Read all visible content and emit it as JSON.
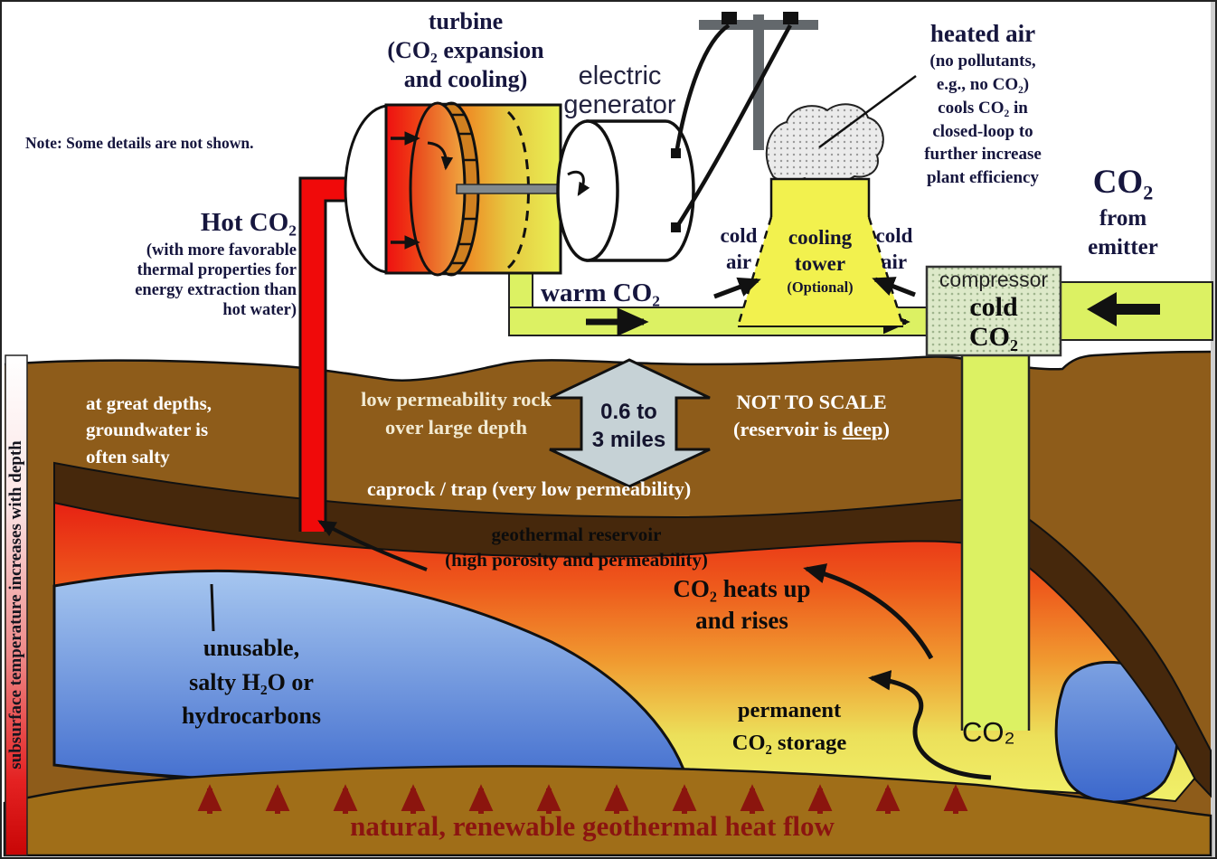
{
  "note": "Note: Some details are not shown.",
  "turbine_label": {
    "line1": "turbine",
    "line2": "(CO₂ expansion",
    "line3": "and cooling)"
  },
  "generator_label": {
    "line1": "electric",
    "line2": "generator"
  },
  "hot_co2": {
    "title": "Hot CO₂",
    "lines": [
      "(with more favorable",
      "thermal properties for",
      "energy extraction than",
      "hot water)"
    ]
  },
  "heated_air": {
    "title": "heated air",
    "lines": [
      "(no pollutants,",
      "e.g., no CO₂)",
      "cools CO₂ in",
      "closed-loop to",
      "further increase",
      "plant efficiency"
    ]
  },
  "co2_from_emitter": {
    "line1": "CO₂",
    "line2": "from",
    "line3": "emitter"
  },
  "cold_air_left": {
    "line1": "cold",
    "line2": "air"
  },
  "cold_air_right": {
    "line1": "cold",
    "line2": "air"
  },
  "cooling_tower": {
    "line1": "cooling",
    "line2": "tower",
    "line3": "(Optional)"
  },
  "compressor": {
    "title": "compressor",
    "line1": "cold",
    "line2": "CO₂"
  },
  "warm_co2": "warm CO₂",
  "underground": {
    "salty_groundwater": [
      "at great depths,",
      "groundwater is",
      "often salty"
    ],
    "low_perm": [
      "low permeability rock",
      "over large depth"
    ],
    "depth_scale": [
      "0.6 to",
      "3 miles"
    ],
    "not_to_scale": {
      "line1": "NOT TO SCALE",
      "line2_pre": "(reservoir is ",
      "line2_u": "deep",
      "line2_post": ")"
    },
    "caprock": "caprock / trap (very low permeability)",
    "reservoir": [
      "geothermal reservoir",
      "(high porosity and permeability)"
    ],
    "heats_up": [
      "CO₂ heats up",
      "and rises"
    ],
    "unusable": [
      "unusable,",
      "salty H₂O or",
      "hydrocarbons"
    ],
    "storage": [
      "permanent",
      "CO₂ storage"
    ],
    "co2_pipe_label": "CO₂",
    "heat_flow": "natural, renewable geothermal heat flow"
  },
  "sidebar_label": "subsurface temperature increases with depth",
  "colors": {
    "ground_brown": "#8e5c1a",
    "caprock_dark_brown": "#46280c",
    "bottom_band_brown": "#a06e18",
    "reservoir_hot_red": "#e61e12",
    "reservoir_warm_yellow": "#f0ef68",
    "water_blue": "#3c68cc",
    "pipe_yellow_green": "#dcf163",
    "hot_pipe_red": "#f00a0a",
    "cooling_tower_yellow": "#f2f14e",
    "heat_flow_text_red": "#8b1410",
    "label_navy": "#16163e"
  }
}
